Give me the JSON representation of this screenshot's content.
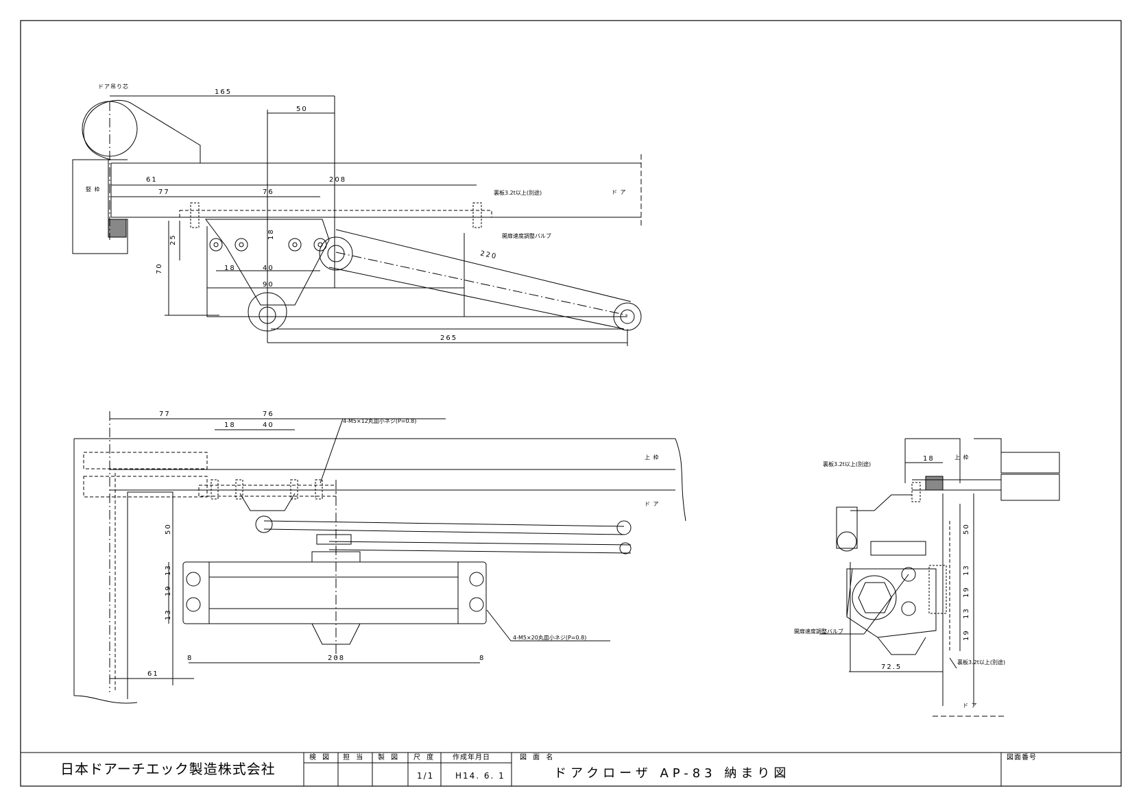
{
  "views": {
    "top": {
      "door_pivot": "ドア吊り芯",
      "frame": "竪 枠",
      "door": "ド ア",
      "backing": "裏板3.2t以上(別途)",
      "valve": "開扉速度調整バルブ",
      "dims": {
        "d165": "165",
        "d50": "50",
        "d61": "61",
        "d208": "208",
        "d77": "77",
        "d76": "76",
        "d25": "25",
        "d18v": "18",
        "d70": "70",
        "d18": "18",
        "d40": "40",
        "d90": "90",
        "d220": "220",
        "d265": "265"
      }
    },
    "front": {
      "screw_top": "4-M5×12丸皿小ネジ(P=0.8)",
      "screw_bottom": "4-M5×20丸皿小ネジ(P=0.8)",
      "head": "上 枠",
      "door": "ド ア",
      "dims": {
        "d77": "77",
        "d76": "76",
        "d18": "18",
        "d40": "40",
        "d50": "50",
        "d13a": "13",
        "d19": "19",
        "d13b": "13",
        "d8a": "8",
        "d208": "208",
        "d8b": "8",
        "d61": "61"
      }
    },
    "side": {
      "backing_top": "裏板3.2t以上(別途)",
      "head": "上 枠",
      "valve": "開扉速度調整バルブ",
      "backing_bottom": "裏板3.2t以上(別途)",
      "door": "ド ア",
      "dims": {
        "d18": "18",
        "d50": "50",
        "d13a": "13",
        "d19a": "19",
        "d13b": "13",
        "d19b": "19",
        "d72_5": "72.5"
      }
    }
  },
  "title_block": {
    "company": "日本ドアーチエック製造株式会社",
    "headers": {
      "check": "検 図",
      "charge": "担 当",
      "drawn": "製 図",
      "scale": "尺 度",
      "date": "作成年月日",
      "drawing_name": "図 面 名",
      "drawing_no": "図面番号"
    },
    "scale": "1/1",
    "date": "H14. 6. 1",
    "title": "ドアクローザ AP-83 納まり図"
  }
}
